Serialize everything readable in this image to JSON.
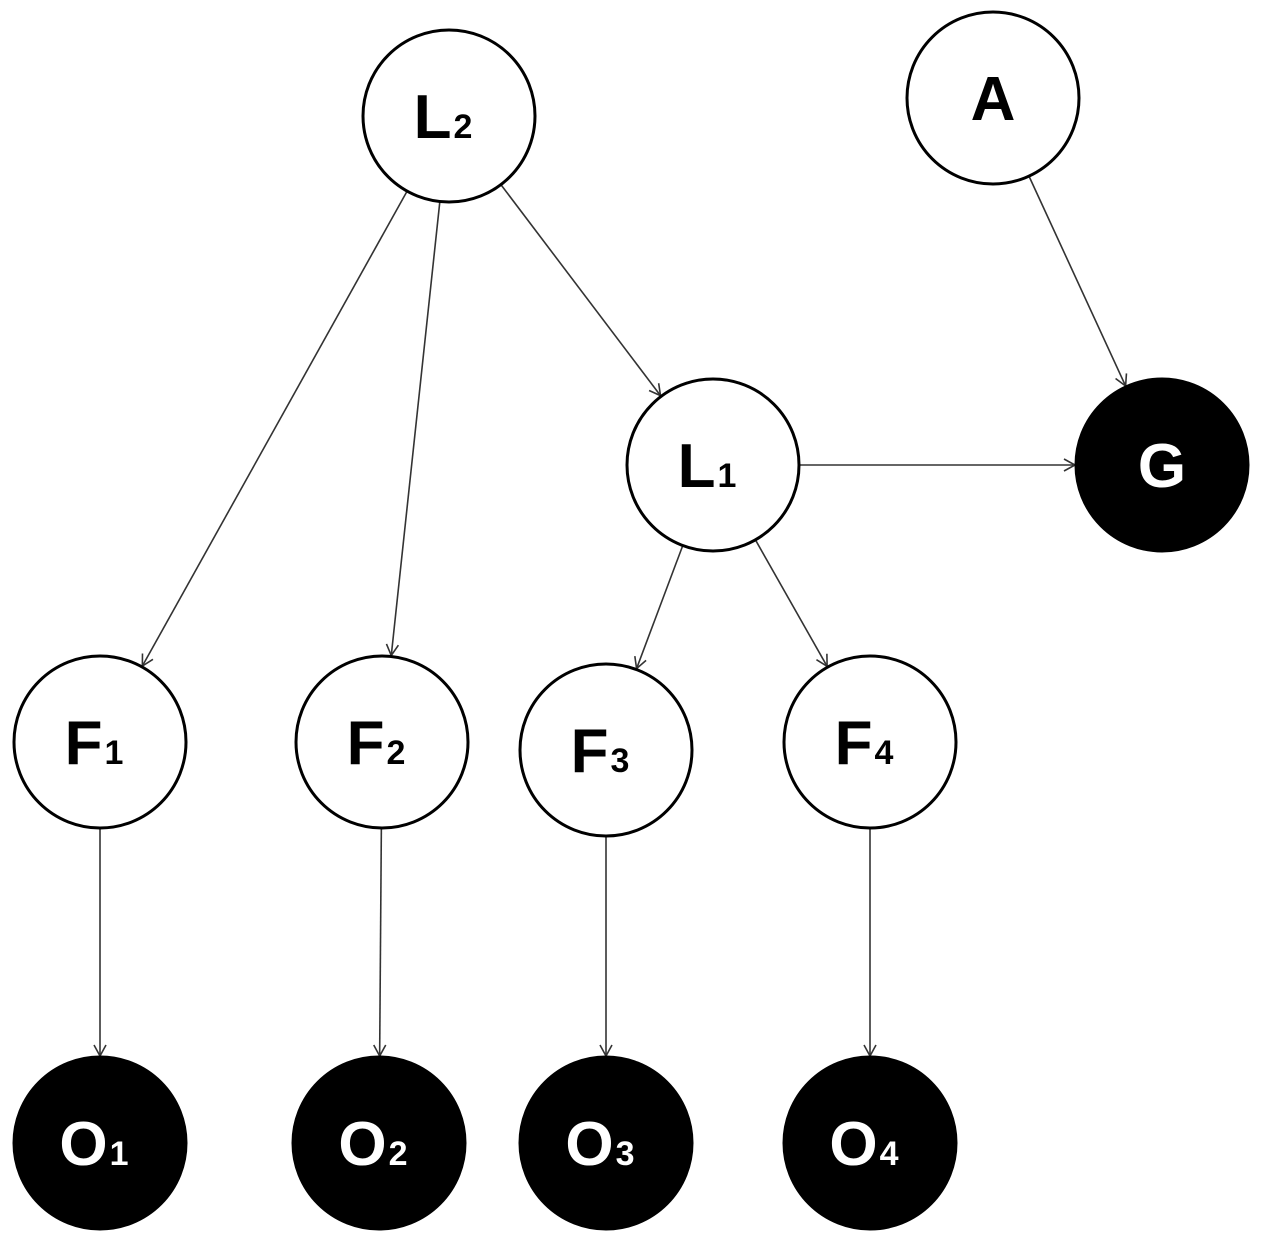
{
  "diagram": {
    "nodes": [
      {
        "id": "L2",
        "letter": "L",
        "sub": "2",
        "observed": false
      },
      {
        "id": "A",
        "letter": "A",
        "sub": "",
        "observed": false
      },
      {
        "id": "L1",
        "letter": "L",
        "sub": "1",
        "observed": false
      },
      {
        "id": "G",
        "letter": "G",
        "sub": "",
        "observed": true
      },
      {
        "id": "F1",
        "letter": "F",
        "sub": "1",
        "observed": false
      },
      {
        "id": "F2",
        "letter": "F",
        "sub": "2",
        "observed": false
      },
      {
        "id": "F3",
        "letter": "F",
        "sub": "3",
        "observed": false
      },
      {
        "id": "F4",
        "letter": "F",
        "sub": "4",
        "observed": false
      },
      {
        "id": "O1",
        "letter": "O",
        "sub": "1",
        "observed": true
      },
      {
        "id": "O2",
        "letter": "O",
        "sub": "2",
        "observed": true
      },
      {
        "id": "O3",
        "letter": "O",
        "sub": "3",
        "observed": true
      },
      {
        "id": "O4",
        "letter": "O",
        "sub": "4",
        "observed": true
      }
    ],
    "edges": [
      {
        "from": "L2",
        "to": "F1"
      },
      {
        "from": "L2",
        "to": "F2"
      },
      {
        "from": "L2",
        "to": "L1"
      },
      {
        "from": "A",
        "to": "G"
      },
      {
        "from": "L1",
        "to": "G"
      },
      {
        "from": "L1",
        "to": "F3"
      },
      {
        "from": "L1",
        "to": "F4"
      },
      {
        "from": "F1",
        "to": "O1"
      },
      {
        "from": "F2",
        "to": "O2"
      },
      {
        "from": "F3",
        "to": "O3"
      },
      {
        "from": "F4",
        "to": "O4"
      }
    ],
    "colors": {
      "latent_fill": "#ffffff",
      "observed_fill": "#000000",
      "stroke": "#000000",
      "edge": "#333333",
      "latent_text": "#000000",
      "observed_text": "#ffffff"
    }
  }
}
